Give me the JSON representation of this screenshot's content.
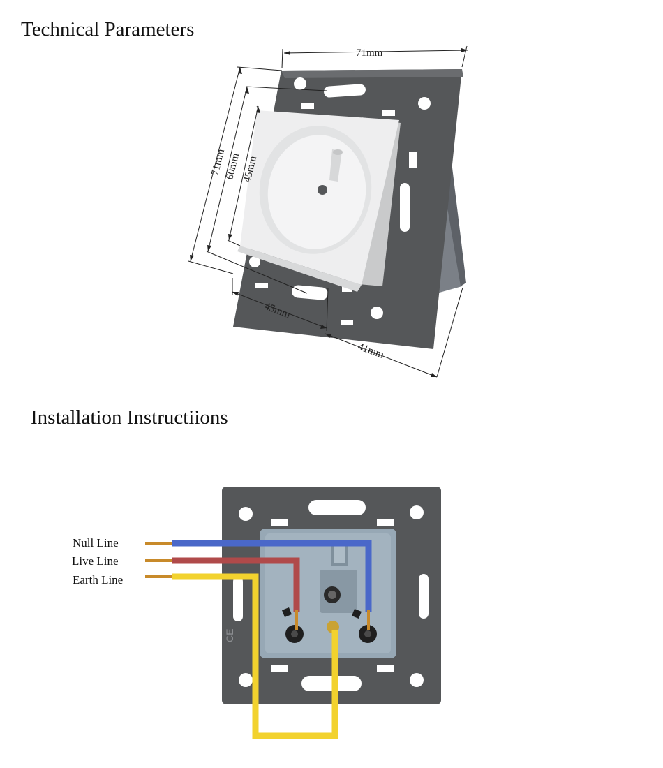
{
  "headings": {
    "technical": "Technical Parameters",
    "installation": "Installation Instructiions"
  },
  "dimensions": {
    "top_width": "71mm",
    "left_height": "71mm",
    "mid_height": "60mm",
    "inner_height": "45mm",
    "bottom_width": "45mm",
    "depth": "41mm"
  },
  "wires": [
    {
      "label": "Null Line",
      "color": "#4a68c9"
    },
    {
      "label": "Live Line",
      "color": "#b04a4a"
    },
    {
      "label": "Earth Line",
      "color": "#f2d22e"
    }
  ],
  "colors": {
    "plate": "#4f5154",
    "socket_face": "#ecedee",
    "socket_back": "#8fa1ae",
    "copper": "#c88a2a"
  }
}
